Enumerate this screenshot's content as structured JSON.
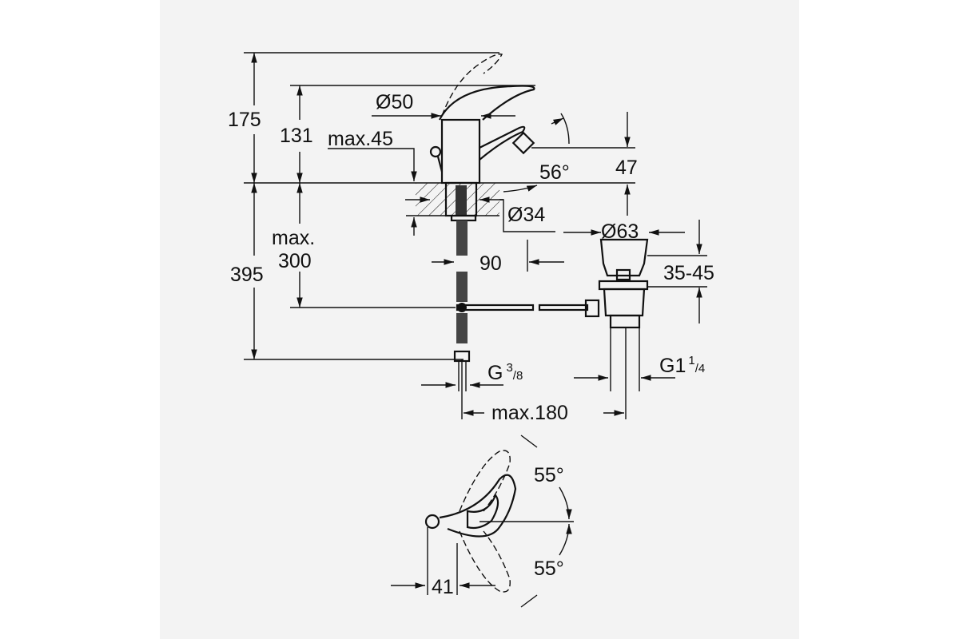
{
  "drawing": {
    "side_view": {
      "dim_total_height": "175",
      "dim_spout_height": "131",
      "dim_max_deck": "max.45",
      "dim_body_diameter": "Ø50",
      "dim_outlet_height": "47",
      "dim_spout_angle": "56°",
      "dim_hole_diameter": "Ø34",
      "dim_supply_length": "395",
      "dim_max_300_a": "max.",
      "dim_max_300_b": "300",
      "dim_offset": "90",
      "dim_drain_diameter": "Ø63",
      "dim_drain_range": "35-45",
      "dim_supply_thread_g": "G",
      "dim_supply_thread_num": "3",
      "dim_supply_thread_den": "/8",
      "dim_drain_thread_g": "G1",
      "dim_drain_thread_num": "1",
      "dim_drain_thread_den": "/4",
      "dim_max_180": "max.180"
    },
    "top_view": {
      "angle_top": "55°",
      "angle_bottom": "55°",
      "dim_41": "41"
    }
  }
}
